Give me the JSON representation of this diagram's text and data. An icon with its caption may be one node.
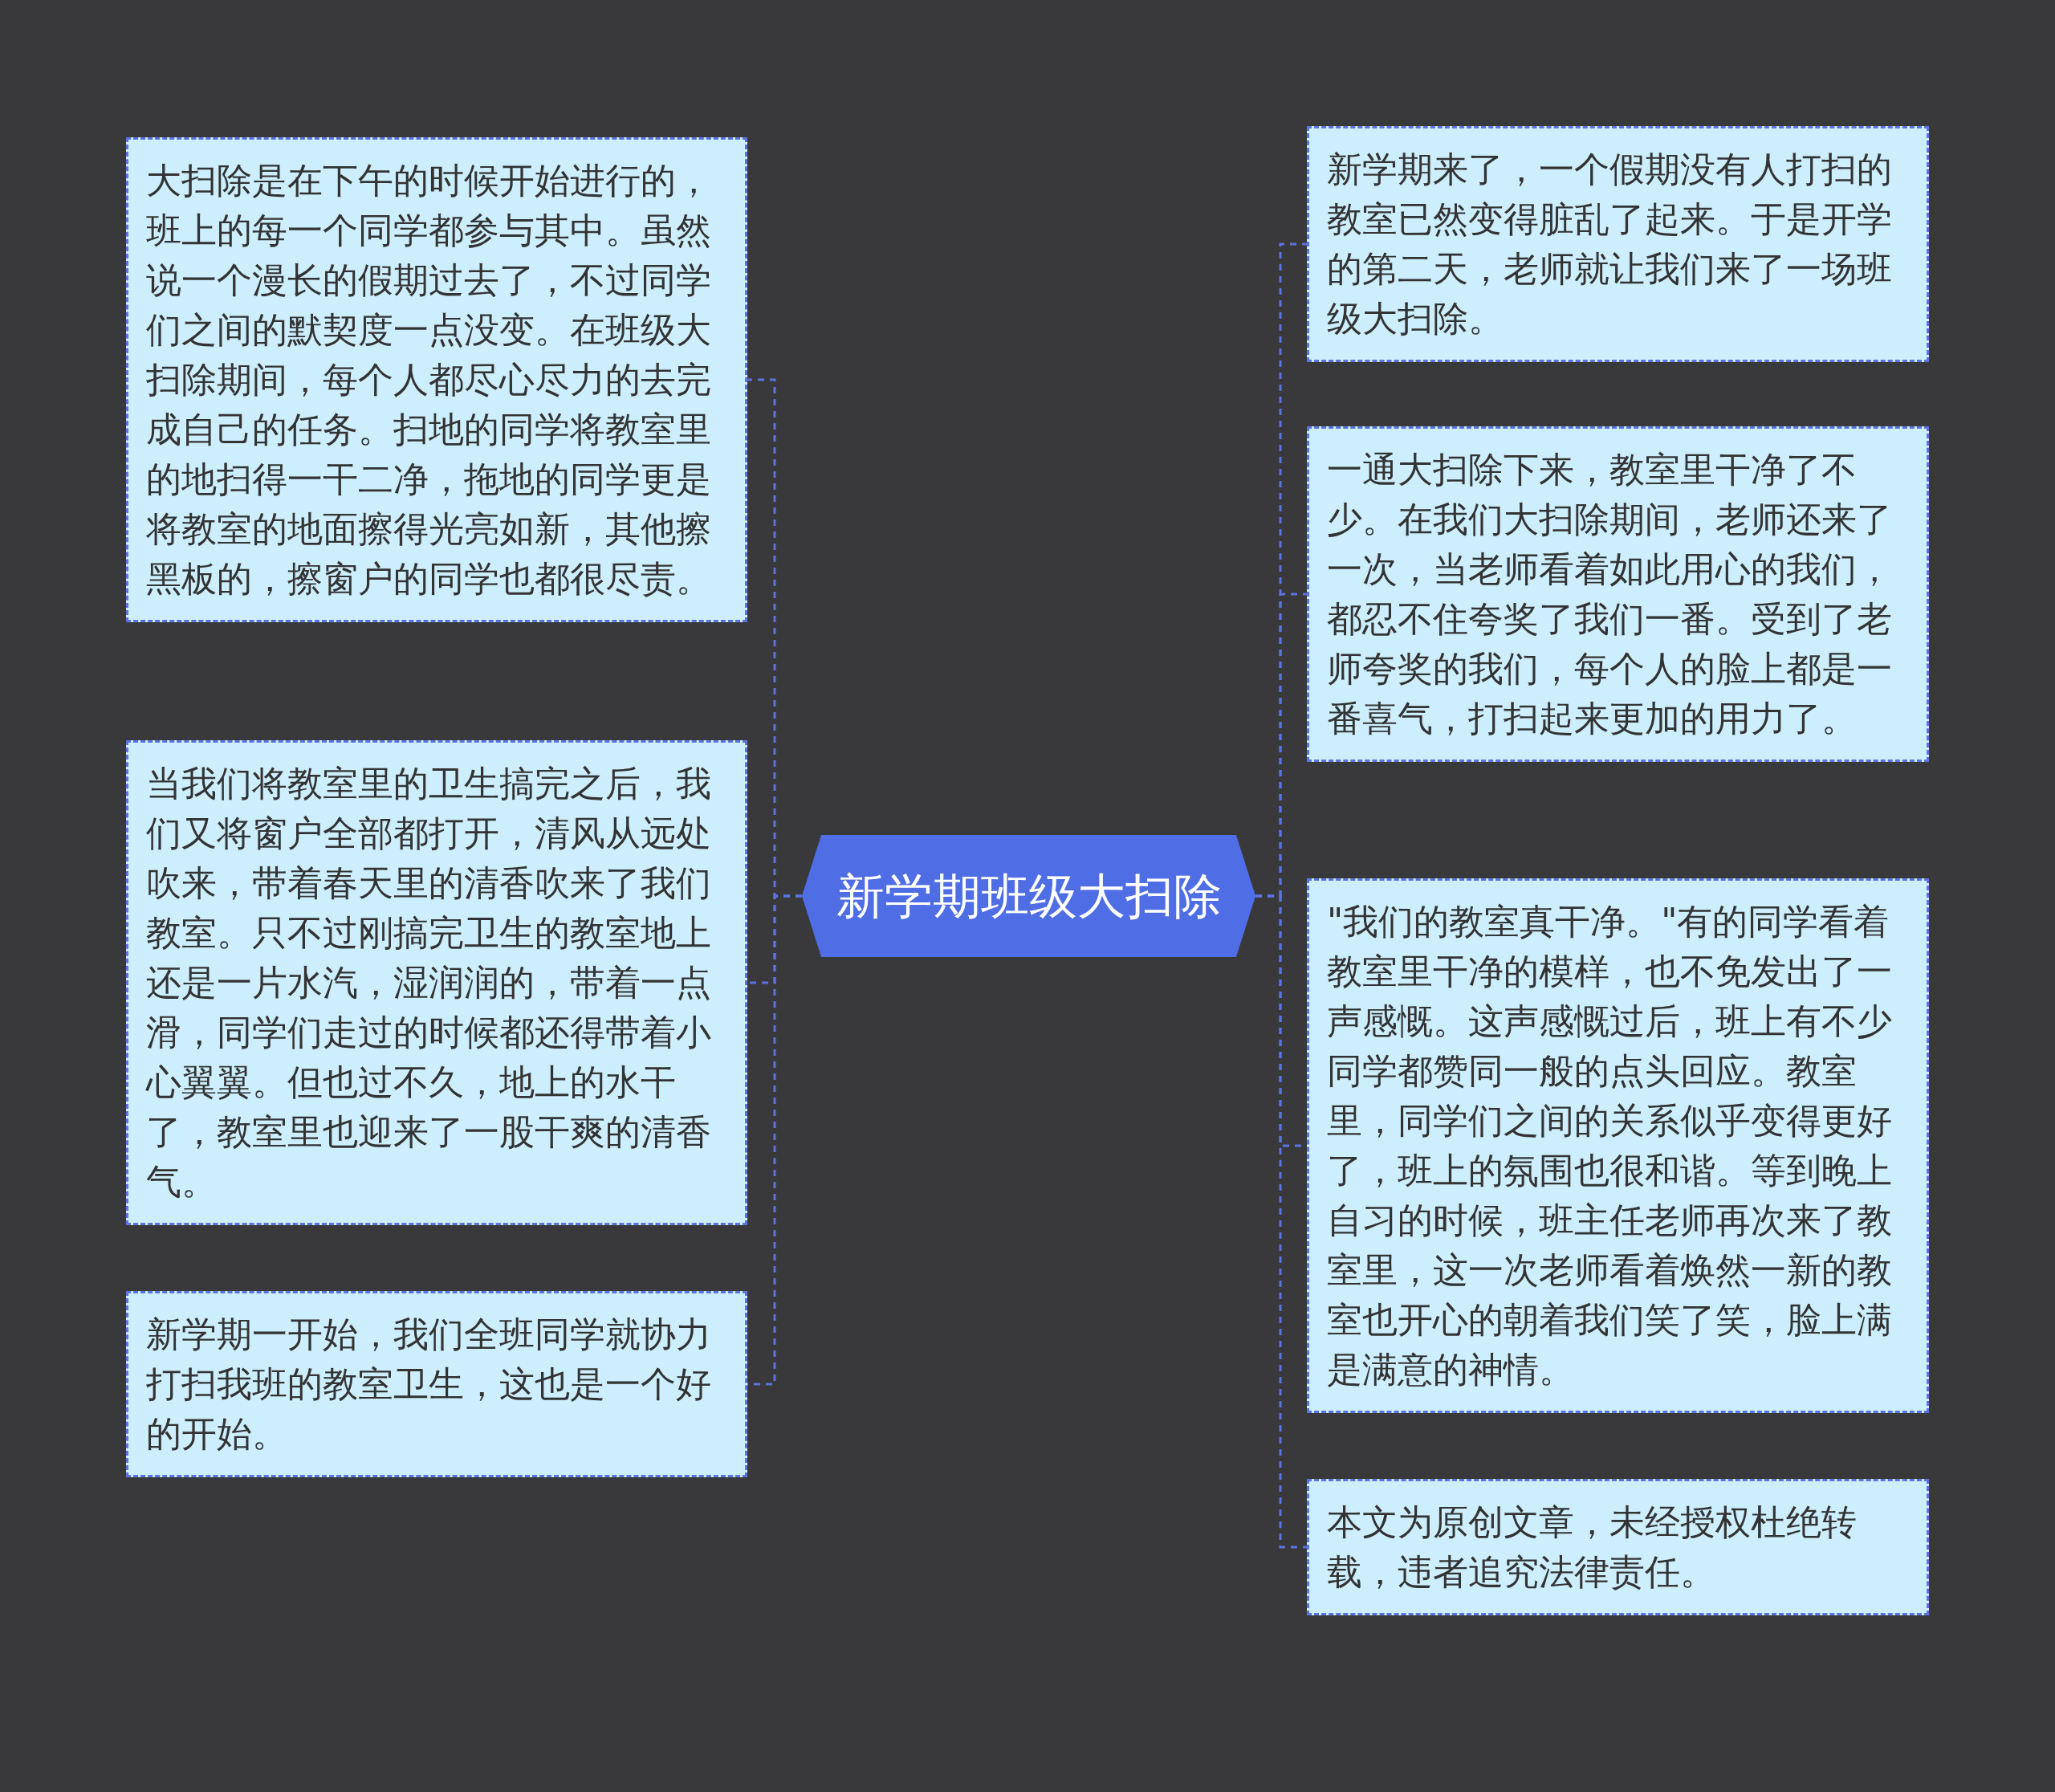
{
  "diagram": {
    "nodes": [
      {
        "text": [
          "新学期班级大扫除"
        ]
      },
      {
        "text": [
          "大扫除是在下午的时候开始进行的，班上的每一个同学都参与其中。虽然说一个漫长的假期过去了，不过同学们之间的默契度一点没变。在班级大扫除期间，每个人都尽心尽力的去完成自己的任务。扫地的同学将教室里的地扫得一干二净，拖地的同学更是将教室的地面擦得光亮如新，其他擦黑板的，擦窗户的同学也都很尽责。"
        ]
      },
      {
        "text": [
          "当我们将教室里的卫生搞完之后，我们又将窗户全部都打开，清风从远处吹来，带着春天里的清香吹来了我们教室。只不过刚搞完卫生的教室地上还是一片水汽，湿润润的，带着一点滑，同学们走过的时候都还得带着小心翼翼。但也过不久，地上的水干了，教室里也迎来了一股干爽的清香气。"
        ]
      },
      {
        "text": [
          "新学期一开始，我们全班同学就协力打扫我班的教室卫生，这也是一个好的开始。"
        ]
      },
      {
        "text": [
          "新学期来了，一个假期没有人打扫的教室已然变得脏乱了起来。于是开学的第二天，老师就让我们来了一场班级大扫除。"
        ]
      },
      {
        "text": [
          "一通大扫除下来，教室里干净了不少。在我们大扫除期间，老师还来了一次，当老师看着如此用心的我们，都忍不住夸奖了我们一番。受到了老师夸奖的我们，每个人的脸上都是一番喜气，打扫起来更加的用力了。"
        ]
      },
      {
        "text": [
          "\"我们的教室真干净。\"有的同学看着教室里干净的模样，也不免发出了一声感慨。这声感慨过后，班上有不少同学都赞同一般的点头回应。教室里，同学们之间的关系似乎变得更好了，班上的氛围也很和谐。等到晚上自习的时候，班主任老师再次来了教室里，这一次老师看着焕然一新的教室也开心的朝着我们笑了笑，脸上满是满意的神情。"
        ]
      },
      {
        "text": [
          "本文为原创文章，未经授权杜绝转载，违者追究法律责任。"
        ]
      }
    ],
    "edges": [
      {
        "from": 0,
        "to": 1,
        "arrow": "none",
        "style": "dashed"
      },
      {
        "from": 0,
        "to": 2,
        "arrow": "none",
        "style": "dashed"
      },
      {
        "from": 0,
        "to": 3,
        "arrow": "none",
        "style": "dashed"
      },
      {
        "from": 0,
        "to": 4,
        "arrow": "none",
        "style": "dashed"
      },
      {
        "from": 0,
        "to": 5,
        "arrow": "none",
        "style": "dashed"
      },
      {
        "from": 0,
        "to": 6,
        "arrow": "none",
        "style": "dashed"
      },
      {
        "from": 0,
        "to": 7,
        "arrow": "none",
        "style": "dashed"
      }
    ]
  }
}
